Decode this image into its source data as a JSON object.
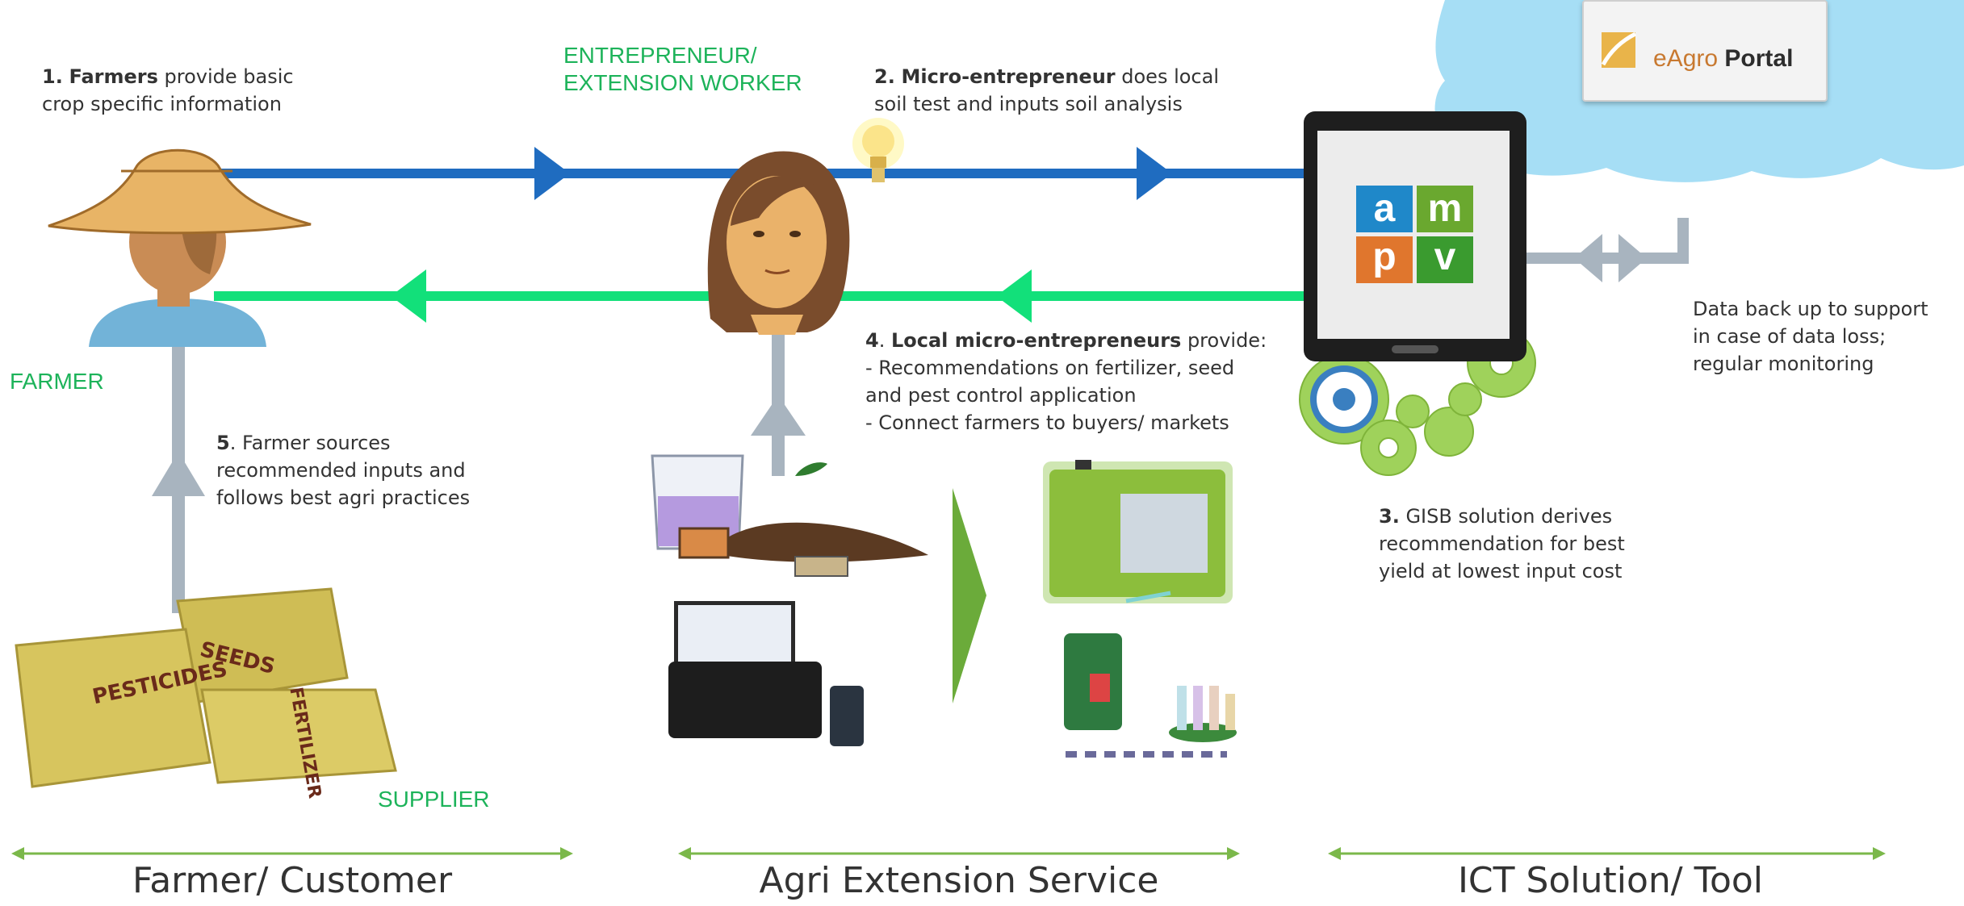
{
  "roles": {
    "farmer": "FARMER",
    "entrepreneur_line1": "ENTREPRENEUR/",
    "entrepreneur_line2": "EXTENSION WORKER",
    "supplier": "SUPPLIER"
  },
  "steps": {
    "s1": {
      "num": "1.",
      "bold": "Farmers",
      "rest": " provide basic",
      "line2": "crop specific information"
    },
    "s2": {
      "num": "2.",
      "bold": "Micro-entrepreneur",
      "rest": " does local",
      "line2": "soil test and inputs soil analysis"
    },
    "s3": {
      "num": "3.",
      "rest": " GISB solution derives",
      "line2": "recommendation for best",
      "line3": "yield at lowest input cost"
    },
    "s4": {
      "num": "4",
      "sep": ". ",
      "bold": "Local micro-entrepreneurs",
      "rest": " provide:",
      "line2": "- Recommendations on fertilizer, seed",
      "line3": "and pest control application",
      "line4": "- Connect farmers to buyers/ markets"
    },
    "s5": {
      "num": "5",
      "rest": ". Farmer sources",
      "line2": "recommended inputs and",
      "line3": "follows best agri practices"
    },
    "backup": {
      "line1": "Data back up to support",
      "line2": "in case of data loss;",
      "line3": "regular monitoring"
    }
  },
  "bags": {
    "pesticides": "PESTICIDES",
    "seeds": "SEEDS",
    "fertilizer": "FERTILIZER"
  },
  "portal": {
    "prefix": "eAgro ",
    "strong": "Portal"
  },
  "tablet_letters": [
    "a",
    "m",
    "p",
    "v"
  ],
  "sections": [
    "Farmer/ Customer",
    "Agri Extension Service",
    "ICT Solution/ Tool"
  ],
  "colors": {
    "blue": "#1f6cc0",
    "green": "#12e07a",
    "gray": "#a8b4bf",
    "section_arrow": "#7bb84a",
    "role_text": "#1db35a"
  }
}
